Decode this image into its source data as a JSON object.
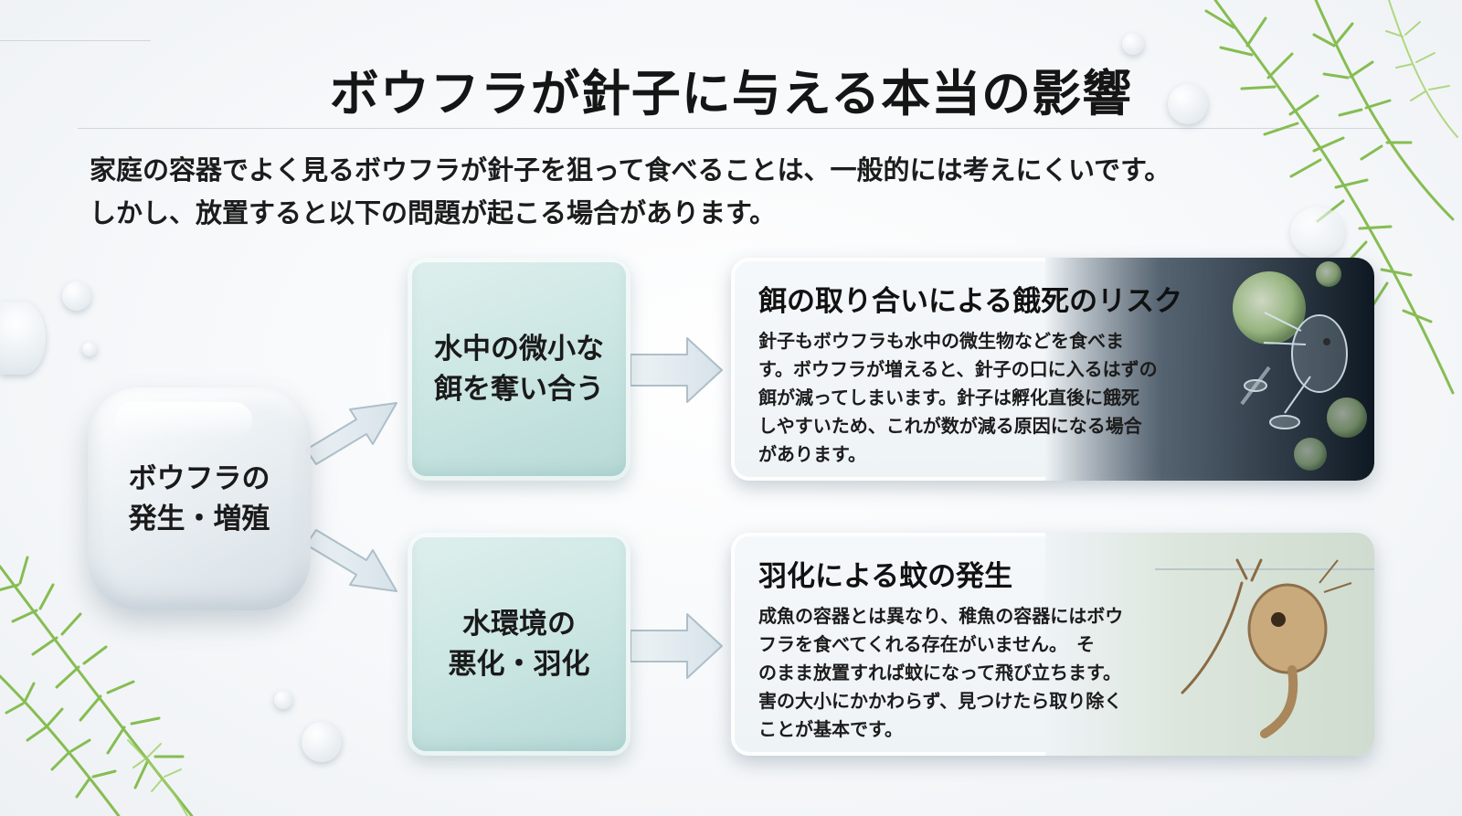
{
  "title": "ボウフラが針子に与える本当の影響",
  "intro": {
    "line1": "家庭の容器でよく見るボウフラが針子を狙って食べることは、一般的には考えにくいです。",
    "line2": "しかし、放置すると以下の問題が起こる場合があります。"
  },
  "source": {
    "line1": "ボウフラの",
    "line2": "発生・増殖"
  },
  "causes": [
    {
      "line1": "水中の微小な",
      "line2": "餌を奪い合う"
    },
    {
      "line1": "水環境の",
      "line2": "悪化・羽化"
    }
  ],
  "effects": [
    {
      "title": "餌の取り合いによる餓死のリスク",
      "lines": [
        "針子もボウフラも水中の微生物などを食べま",
        "す。ボウフラが増えると、針子の口に入るはずの",
        "餌が減ってしまいます。針子は孵化直後に餓死",
        "しやすいため、これが数が減る原因になる場合",
        "があります。"
      ]
    },
    {
      "title": "羽化による蚊の発生",
      "lines": [
        "成魚の容器とは異なり、稚魚の容器にはボウ",
        "フラを食べてくれる存在がいません。　そ",
        "のまま放置すれば蚊になって飛び立ちます。",
        "害の大小にかかわらず、見つけたら取り除く",
        "ことが基本です。"
      ]
    }
  ],
  "colors": {
    "teal_box": "#c9e5e2",
    "arrow": "#dfe9ef",
    "panel": "#eef3f6",
    "plant": "#7fb84a"
  }
}
